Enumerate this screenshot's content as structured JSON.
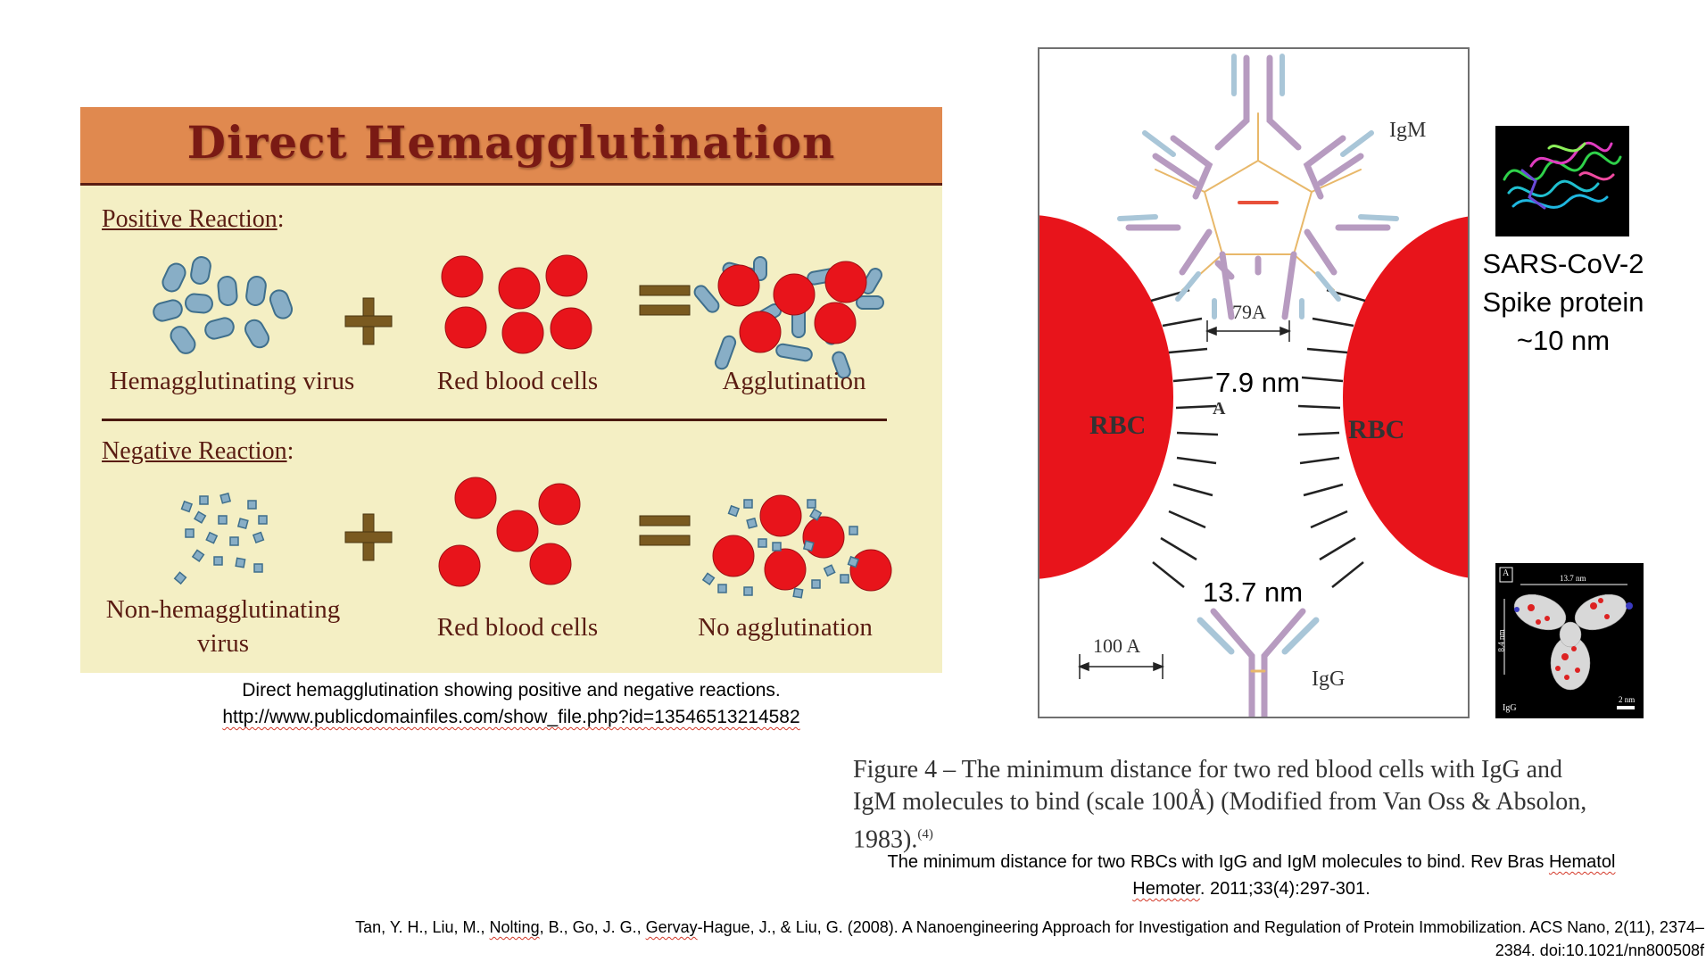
{
  "hemagglutination": {
    "title": "Direct Hemagglutination",
    "positive_label": "Positive Reaction",
    "negative_label": "Negative Reaction",
    "colon": ":",
    "positive": {
      "virus_label": "Hemagglutinating virus",
      "rbc_label": "Red blood cells",
      "result_label": "Agglutination"
    },
    "negative": {
      "virus_label_line1": "Non-hemagglutinating",
      "virus_label_line2": "virus",
      "rbc_label": "Red blood cells",
      "result_label": "No agglutination"
    },
    "plus": "+",
    "equals": "=",
    "caption_line1": "Direct hemagglutination showing positive and negative reactions.",
    "caption_url": "http://www.publicdomainfiles.com/show_file.php?id=13546513214582"
  },
  "antibody_diagram": {
    "igm_label": "IgM",
    "igg_label": "IgG",
    "rbc_left": "RBC",
    "rbc_right": "RBC",
    "dist_79": "79A",
    "dist_79_nm": "7.9 nm",
    "letter_a": "A",
    "dist_137_nm": "13.7 nm",
    "scale": "100 A"
  },
  "spike": {
    "line1": "SARS-CoV-2",
    "line2": "Spike protein",
    "line3": "~10 nm"
  },
  "igg_structure": {
    "panel_letter": "A",
    "width_label": "13.7 nm",
    "height_label": "8.4 nm",
    "igg_label": "IgG",
    "scale_label": "2 nm"
  },
  "figure_caption": {
    "line1": "Figure 4 – The minimum distance for two red blood cells with IgG and",
    "line2": "IgM molecules to bind (scale 100Å) (Modified from Van Oss & Absolon,",
    "line3": "1983).",
    "ref": "(4)"
  },
  "rbc_caption": {
    "line1_start": "The minimum distance for two RBCs with IgG and IgM molecules to bind. Rev Bras ",
    "line1_squig": "Hematol",
    "line2_squig": "Hemoter",
    "line2_end": ". 2011;33(4):297-301."
  },
  "citation": {
    "part1": "Tan, Y. H., Liu, M., ",
    "part2": "Nolting",
    "part3": ", B., Go, J. G., ",
    "part4": "Gervay",
    "part5": "-Hague, J., & Liu, G. (2008). A Nanoengineering Approach for Investigation and Regulation of Protein Immobilization. ACS Nano, 2(11), 2374–",
    "line2": "2384. doi:10.1021/nn800508f"
  },
  "colors": {
    "rbc_red": "#e8141b",
    "virus_blue": "#88aec6",
    "header_orange": "#e0894f",
    "title_maroon": "#7a1a14",
    "panel_cream": "#f4efc4",
    "igm_purple": "#b79bc0",
    "igm_lightblue": "#a9c6d8",
    "igm_gold": "#e8b86a"
  }
}
